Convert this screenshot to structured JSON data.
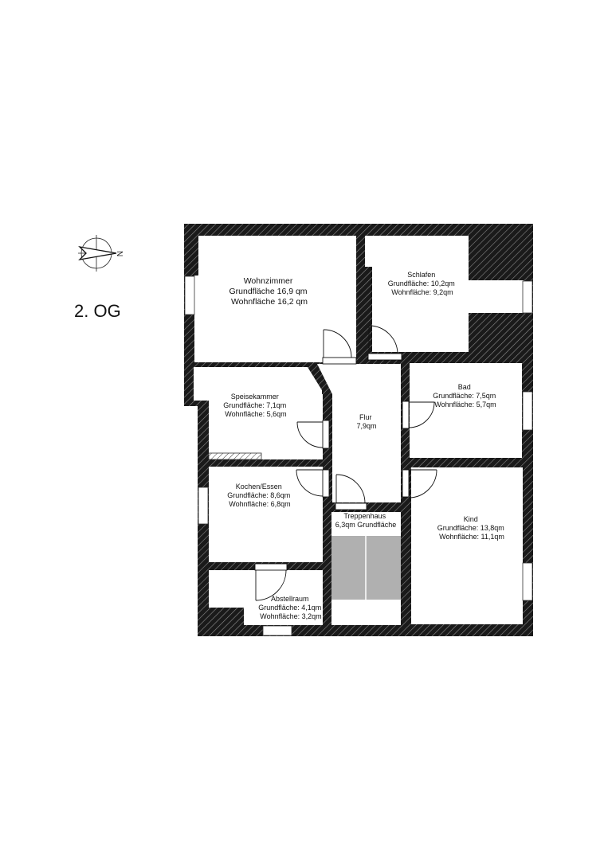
{
  "floor": {
    "label": "2. OG"
  },
  "compass": {
    "letter": "N"
  },
  "rooms": [
    {
      "name": "Wohnzimmer",
      "lines": [
        "Grundfläche 16,9 qm",
        "Wohnfläche 16,2 qm"
      ]
    },
    {
      "name": "Schlafen",
      "lines": [
        "Grundfläche: 10,2qm",
        "Wohnfläche: 9,2qm"
      ]
    },
    {
      "name": "Bad",
      "lines": [
        "Grundfläche: 7,5qm",
        "Wohnfläche: 5,7qm"
      ]
    },
    {
      "name": "Speisekammer",
      "lines": [
        "Grundfläche: 7,1qm",
        "Wohnfläche: 5,6qm"
      ]
    },
    {
      "name": "Flur",
      "lines": [
        "7,9qm"
      ]
    },
    {
      "name": "Kochen/Essen",
      "lines": [
        "Grundfläche: 8,6qm",
        "Wohnfläche: 6,8qm"
      ]
    },
    {
      "name": "Treppenhaus",
      "lines": [
        "6,3qm Grundfläche"
      ]
    },
    {
      "name": "Kind",
      "lines": [
        "Grundfläche: 13,8qm",
        "Wohnfläche: 11,1qm"
      ]
    },
    {
      "name": "Abstellraum",
      "lines": [
        "Grundfläche: 4,1qm",
        "Wohnfläche: 3,2qm"
      ]
    }
  ]
}
